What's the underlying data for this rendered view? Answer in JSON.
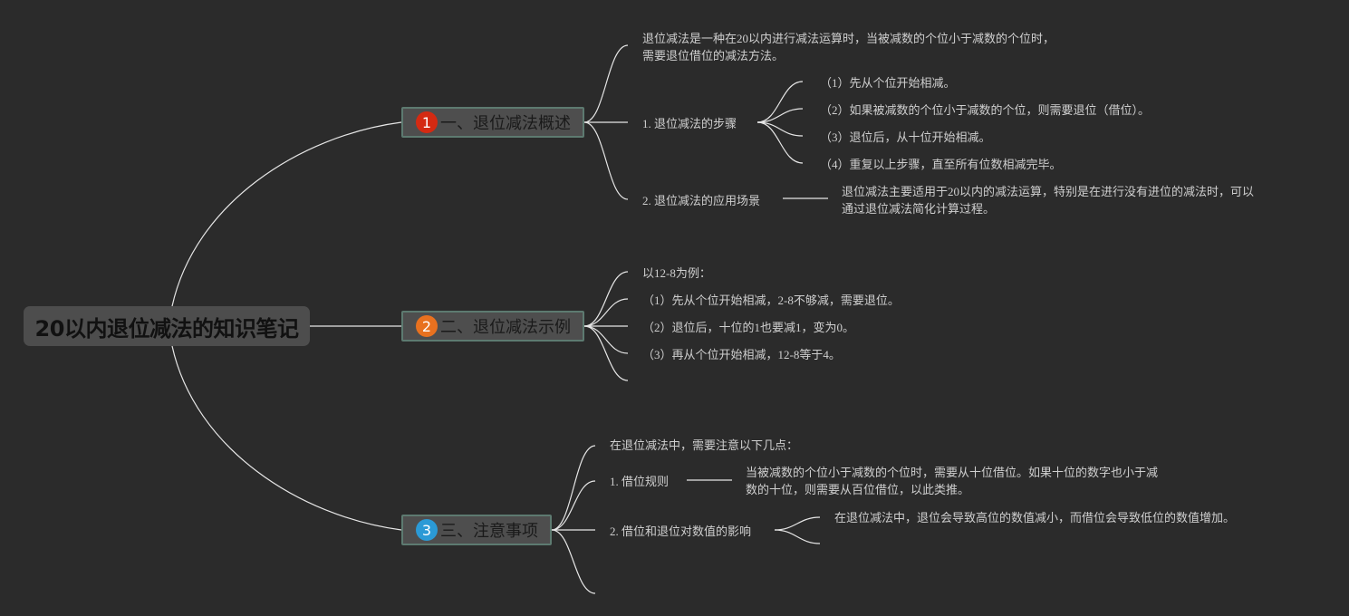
{
  "root": {
    "title": "20以内退位减法的知识笔记"
  },
  "colors": {
    "badge1": "#d42a12",
    "badge2": "#e8711f",
    "badge3": "#2b9ad6"
  },
  "branches": [
    {
      "number": "1",
      "title": "一、退位减法概述",
      "items": [
        {
          "text": "退位减法是一种在20以内进行减法运算时，当被减数的个位小于减数的个位时，\n需要退位借位的减法方法。"
        },
        {
          "text": "1. 退位减法的步骤",
          "children": [
            "（1）先从个位开始相减。",
            "（2）如果被减数的个位小于减数的个位，则需要退位（借位）。",
            "（3）退位后，从十位开始相减。",
            "（4）重复以上步骤，直至所有位数相减完毕。"
          ]
        },
        {
          "text": "2. 退位减法的应用场景",
          "children": [
            "退位减法主要适用于20以内的减法运算，特别是在进行没有进位的减法时，可以\n通过退位减法简化计算过程。"
          ]
        }
      ]
    },
    {
      "number": "2",
      "title": "二、退位减法示例",
      "items": [
        {
          "text": "以12-8为例："
        },
        {
          "text": "（1）先从个位开始相减，2-8不够减，需要退位。"
        },
        {
          "text": "（2）退位后，十位的1也要减1，变为0。"
        },
        {
          "text": "（3）再从个位开始相减，12-8等于4。"
        },
        {
          "text": ""
        }
      ]
    },
    {
      "number": "3",
      "title": "三、注意事项",
      "items": [
        {
          "text": "在退位减法中，需要注意以下几点："
        },
        {
          "text": "1. 借位规则",
          "children": [
            "当被减数的个位小于减数的个位时，需要从十位借位。如果十位的数字也小于减\n数的十位，则需要从百位借位，以此类推。"
          ]
        },
        {
          "text": "2. 借位和退位对数值的影响",
          "children": [
            "在退位减法中，退位会导致高位的数值减小，而借位会导致低位的数值增加。",
            ""
          ]
        },
        {
          "text": ""
        }
      ]
    }
  ]
}
